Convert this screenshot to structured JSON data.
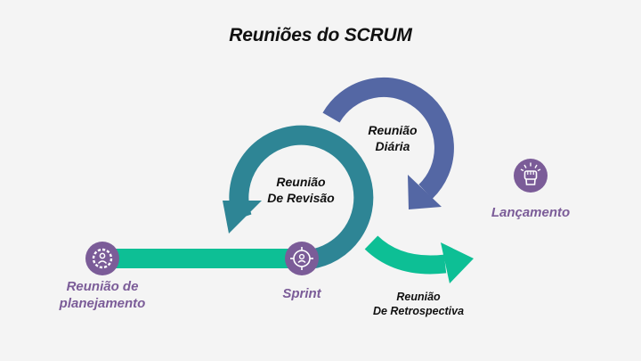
{
  "title": "Reuniões do SCRUM",
  "colors": {
    "background": "#f4f4f4",
    "teal": "#2e8595",
    "navy": "#5467a4",
    "green": "#0dbf95",
    "purple": "#7b5c98",
    "text": "#111111"
  },
  "labels": {
    "daily": {
      "line1": "Reunião",
      "line2": "Diária"
    },
    "review": {
      "line1": "Reunião",
      "line2": "De Revisão"
    },
    "planning": {
      "line1": "Reunião de",
      "line2": "planejamento"
    },
    "sprint": "Sprint",
    "retro": {
      "line1": "Reunião",
      "line2": "De Retrospectiva"
    },
    "release": "Lançamento"
  },
  "icons": {
    "planning": "gear-person-icon",
    "sprint": "target-person-icon",
    "release": "raised-fist-icon"
  }
}
